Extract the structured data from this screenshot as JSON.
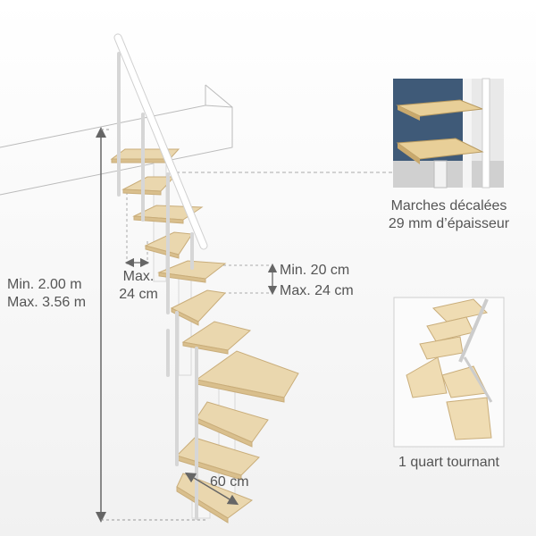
{
  "labels": {
    "height_min": "Min. 2.00 m",
    "height_max": "Max. 3.56 m",
    "going_max_1": "Max.",
    "going_max_2": "24 cm",
    "rise_min": "Min. 20 cm",
    "rise_max": "Max. 24 cm",
    "width": "60 cm",
    "feature_1_line1": "Marches décalées",
    "feature_1_line2": "29 mm d’épaisseur",
    "feature_2": "1 quart tournant"
  },
  "colors": {
    "wood": "#ead7ae",
    "wood_edge": "#c9ad7a",
    "metal": "#f4f4f4",
    "dimension": "#666666",
    "text": "#555555"
  }
}
